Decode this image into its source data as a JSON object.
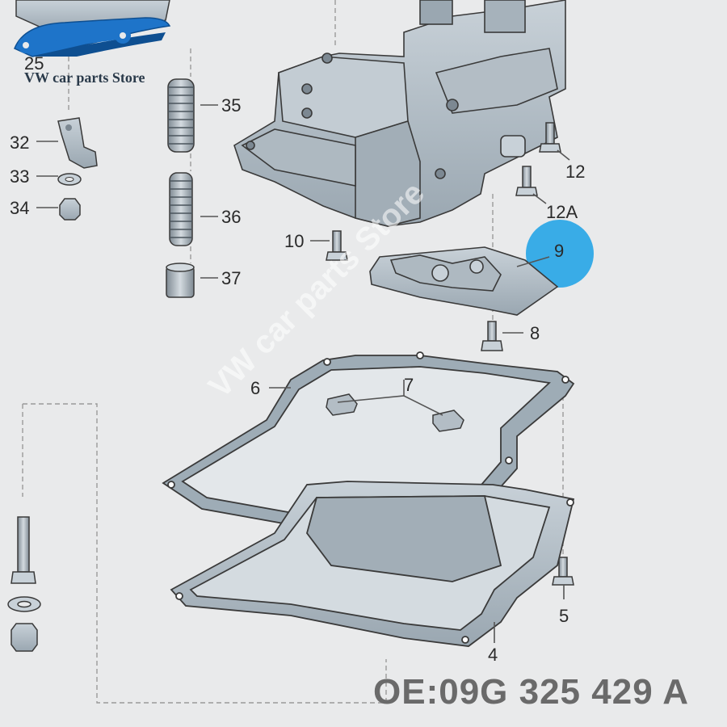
{
  "store": {
    "name": "VW car parts Store"
  },
  "watermark": "VW car parts Store",
  "oe_number": "OE:09G 325 429 A",
  "highlight": {
    "callout": "9",
    "color": "#29a6e6"
  },
  "callouts": {
    "c25": "25",
    "c32": "32",
    "c33": "33",
    "c34": "34",
    "c35": "35",
    "c36": "36",
    "c37": "37",
    "c10": "10",
    "c12": "12",
    "c12a": "12A",
    "c9": "9",
    "c8": "8",
    "c6": "6",
    "c7": "7",
    "c5": "5",
    "c4": "4"
  },
  "icons": [
    "car-logo-icon",
    "wrench-icon"
  ],
  "colors": {
    "part_fill": "#b9c4cc",
    "part_dark": "#8e9ba5",
    "outline": "#3a3a3a",
    "leader": "#888888"
  }
}
